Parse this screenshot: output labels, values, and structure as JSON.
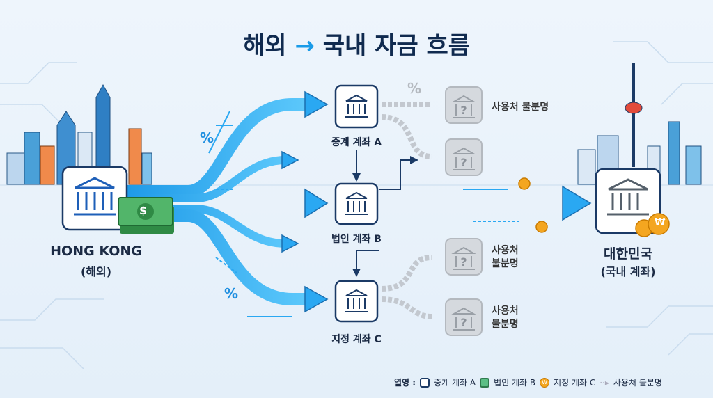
{
  "title": {
    "left": "해외",
    "arrow": "→",
    "right": "국내 자금 흐름"
  },
  "origin": {
    "name": "HONG KONG",
    "sub": "(해외)",
    "money_symbol": "$"
  },
  "destination": {
    "name": "대한민국",
    "sub": "(국내 계좌)",
    "coin_symbol": "₩"
  },
  "nodes": {
    "a": "중계 계좌 A",
    "b": "법인 계좌 B",
    "c": "지정 계좌 C"
  },
  "unknown": {
    "one_line": "사용처 불분명",
    "line1": "사용처",
    "line2": "불분명"
  },
  "percent": "%",
  "legend": {
    "title": "열영 :",
    "a": "중계 계좌 A",
    "b": "법인 계좌 B",
    "c": "지정 계좌 C",
    "coin": "W",
    "unknown": "사용처 불분명"
  },
  "colors": {
    "flow": "#2aa8f2",
    "navy": "#1b3a66",
    "gray": "#c8cdd3",
    "coin": "#f4a620",
    "money": "#3fa35a"
  }
}
